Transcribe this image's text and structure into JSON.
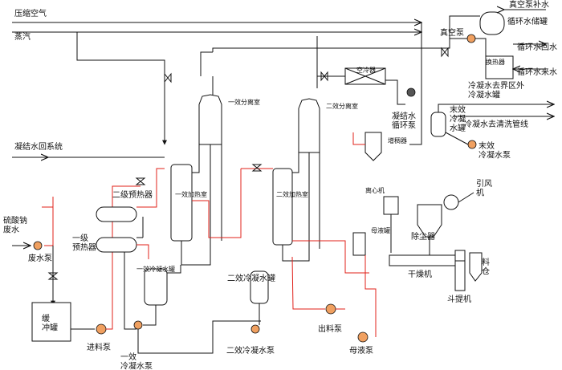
{
  "labels": {
    "compressed_air": "压缩空气",
    "steam": "蒸汽",
    "condensate_return": "凝结水回系统",
    "sodium_sulfate_wastewater": "硫酸钠\n废水",
    "wastewater_pump": "废水泵",
    "buffer_tank": "缓\n冲罐",
    "feed_pump": "进料泵",
    "first_condensate_pump": "一效\n冷凝水泵",
    "first_preheater": "一级\n预热器",
    "second_preheater": "二级预热器",
    "first_condensate_tank": "一效冷凝水罐",
    "first_heating_chamber": "一效加热室",
    "first_separator": "一效分离室",
    "second_heating_chamber": "二效加热室",
    "second_separator": "二效分离室",
    "second_condensate_tank": "二效冷凝水罐",
    "second_condensate_pump": "二效冷凝水泵",
    "discharge_pump": "出料泵",
    "mother_liquor_pump": "母液泵",
    "mother_liquor_tank": "母液罐",
    "centrifuge": "离心机",
    "thickener": "增稠器",
    "air_cooler": "空冷器",
    "condensate_circ_pump": "凝结水\n循环泵",
    "final_condensate_tank": "末效\n冷凝\n水罐",
    "final_condensate_pump": "末效\n冷凝水泵",
    "vacuum_pump": "真空泵",
    "vacuum_makeup": "真空泵补水",
    "circ_water_tank": "循环水储罐",
    "circ_water_return": "循环水回水",
    "circ_water_supply": "循环水来水",
    "heat_exchanger": "换热器",
    "condensate_out_tank": "冷凝水去界区外\n冷凝水罐",
    "condensate_clean_line": "冷凝水去清洗管线",
    "induced_fan": "引风\n机",
    "dust_collector": "除尘器",
    "dryer": "干燥机",
    "silo": "料\n仓",
    "bucket_elevator": "斗提机"
  },
  "colors": {
    "process_line": "#111111",
    "hot_line": "#e0201a",
    "pump_fill": "#f0a060"
  }
}
